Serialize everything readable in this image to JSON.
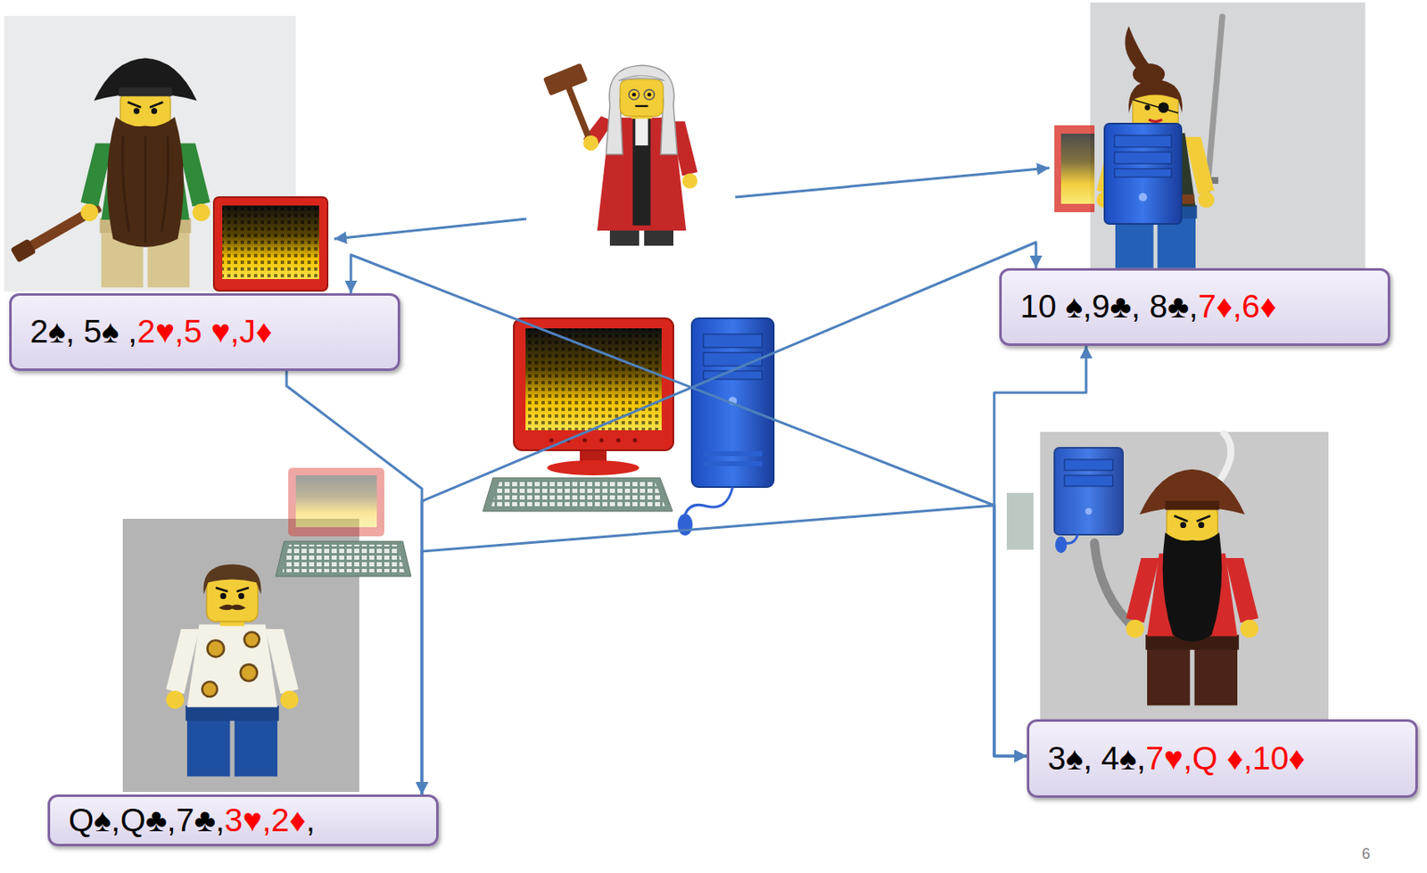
{
  "diagram": {
    "nodes": [
      {
        "text": [
          "2♠, 5♠ ,2♥,5 ♥,J♦"
        ]
      },
      {
        "text": [
          "10 ♠,9♣, 8♣,7♦,6♦"
        ]
      },
      {
        "text": [
          "Q♠,Q♣,7♣,3♥,2♦,"
        ]
      },
      {
        "text": [
          "3♠, 4♠,7♥,Q ♦,10♦"
        ]
      }
    ],
    "edges": [
      {
        "from": 0,
        "to": 2,
        "arrow": "to"
      },
      {
        "from": 0,
        "to": 3,
        "arrow": "both"
      },
      {
        "from": 1,
        "to": 2,
        "arrow": "both"
      },
      {
        "from": 2,
        "to": 3,
        "arrow": "both"
      },
      {
        "from": 1,
        "to": 3,
        "arrow": "both"
      }
    ],
    "labels": [
      "6"
    ]
  }
}
